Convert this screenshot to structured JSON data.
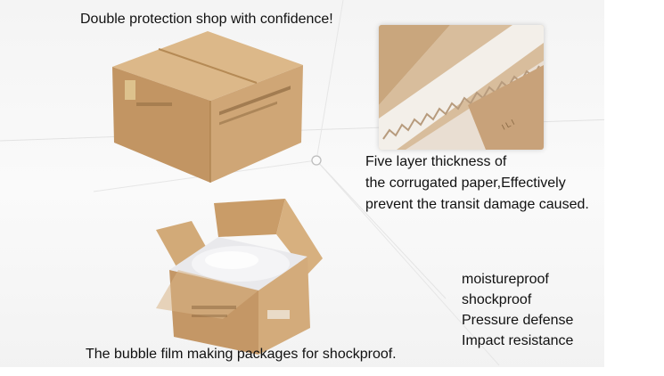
{
  "headline": "Double protection shop with confidence!",
  "layer_description": [
    "Five layer thickness of",
    "the corrugated paper,Effectively",
    "prevent  the transit damage caused."
  ],
  "features": [
    "moistureproof",
    "shockproof",
    "Pressure defense",
    "Impact resistance"
  ],
  "caption": "The bubble film making packages for shockproof.",
  "colors": {
    "cardboard": "#c9a06a",
    "cardboard_dark": "#a97d48",
    "cardboard_light": "#dcb889",
    "background": "#f5f5f5"
  }
}
